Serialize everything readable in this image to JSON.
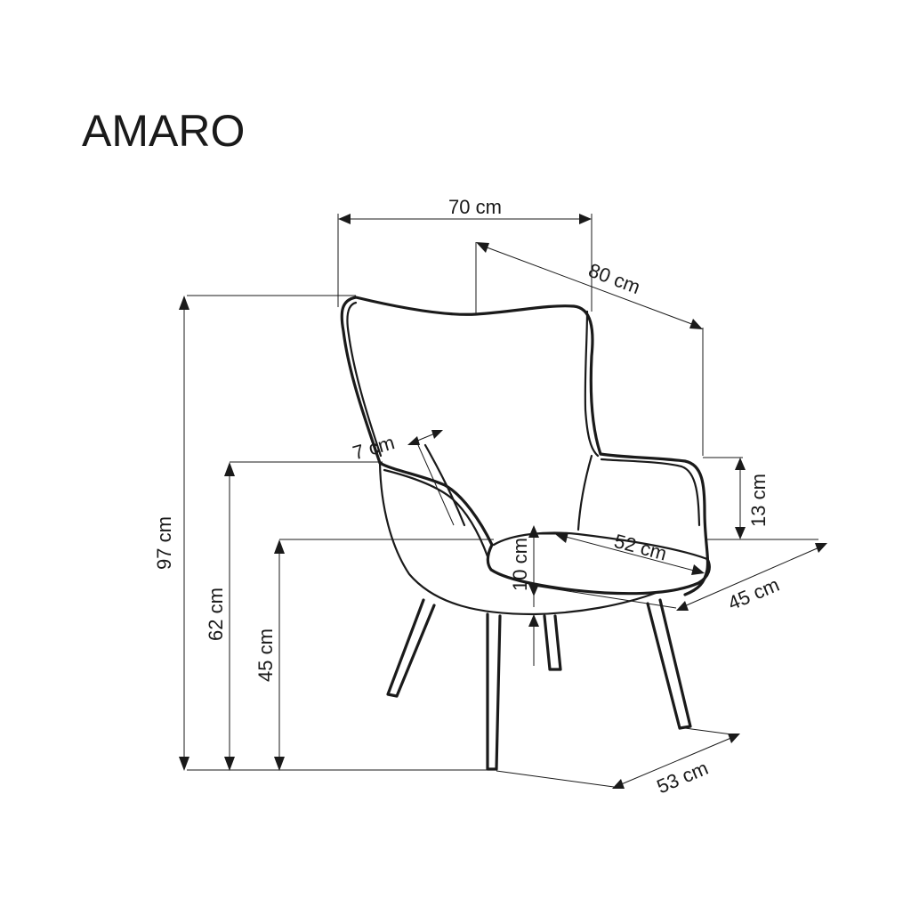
{
  "title": "AMARO",
  "dimensions": {
    "width": "70 cm",
    "depth_total": "80 cm",
    "armrest_width": "7 cm",
    "armrest_height_above_seat": "13 cm",
    "height_total": "97 cm",
    "armrest_height": "62 cm",
    "seat_height": "45 cm",
    "seat_width": "52 cm",
    "seat_depth": "45 cm",
    "seat_thickness": "10 cm",
    "leg_spread": "53 cm"
  }
}
